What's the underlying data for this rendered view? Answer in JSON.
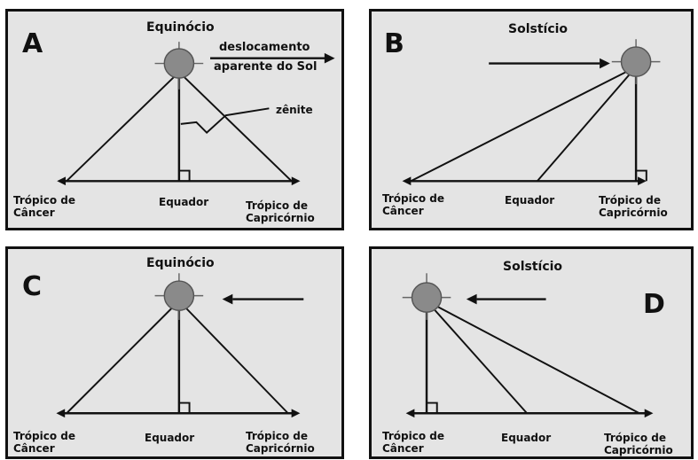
{
  "panels": [
    {
      "letter": "A",
      "title": "Equinócio",
      "labels": {
        "left_top": "Trópico de",
        "left_bottom": "Câncer",
        "mid": "Equador",
        "right_top": "Trópico de",
        "right_bottom": "Capricórnio"
      },
      "extra": {
        "movement_top": "deslocamento",
        "movement_bottom": "aparente do Sol",
        "zenith": "zênite"
      }
    },
    {
      "letter": "B",
      "title": "Solstício",
      "labels": {
        "left_top": "Trópico de",
        "left_bottom": "Câncer",
        "mid": "Equador",
        "right_top": "Trópico de",
        "right_bottom": "Capricórnio"
      }
    },
    {
      "letter": "C",
      "title": "Equinócio",
      "labels": {
        "left_top": "Trópico de",
        "left_bottom": "Câncer",
        "mid": "Equador",
        "right_top": "Trópico de",
        "right_bottom": "Capricórnio"
      }
    },
    {
      "letter": "D",
      "title": "Solstício",
      "labels": {
        "left_top": "Trópico de",
        "left_bottom": "Câncer",
        "mid": "Equador",
        "right_top": "Trópico de",
        "right_bottom": "Capricórnio"
      }
    }
  ],
  "colors": {
    "panel_bg": "#e4e4e4",
    "sun_fill": "#8a8a8a",
    "ink": "#111111"
  }
}
